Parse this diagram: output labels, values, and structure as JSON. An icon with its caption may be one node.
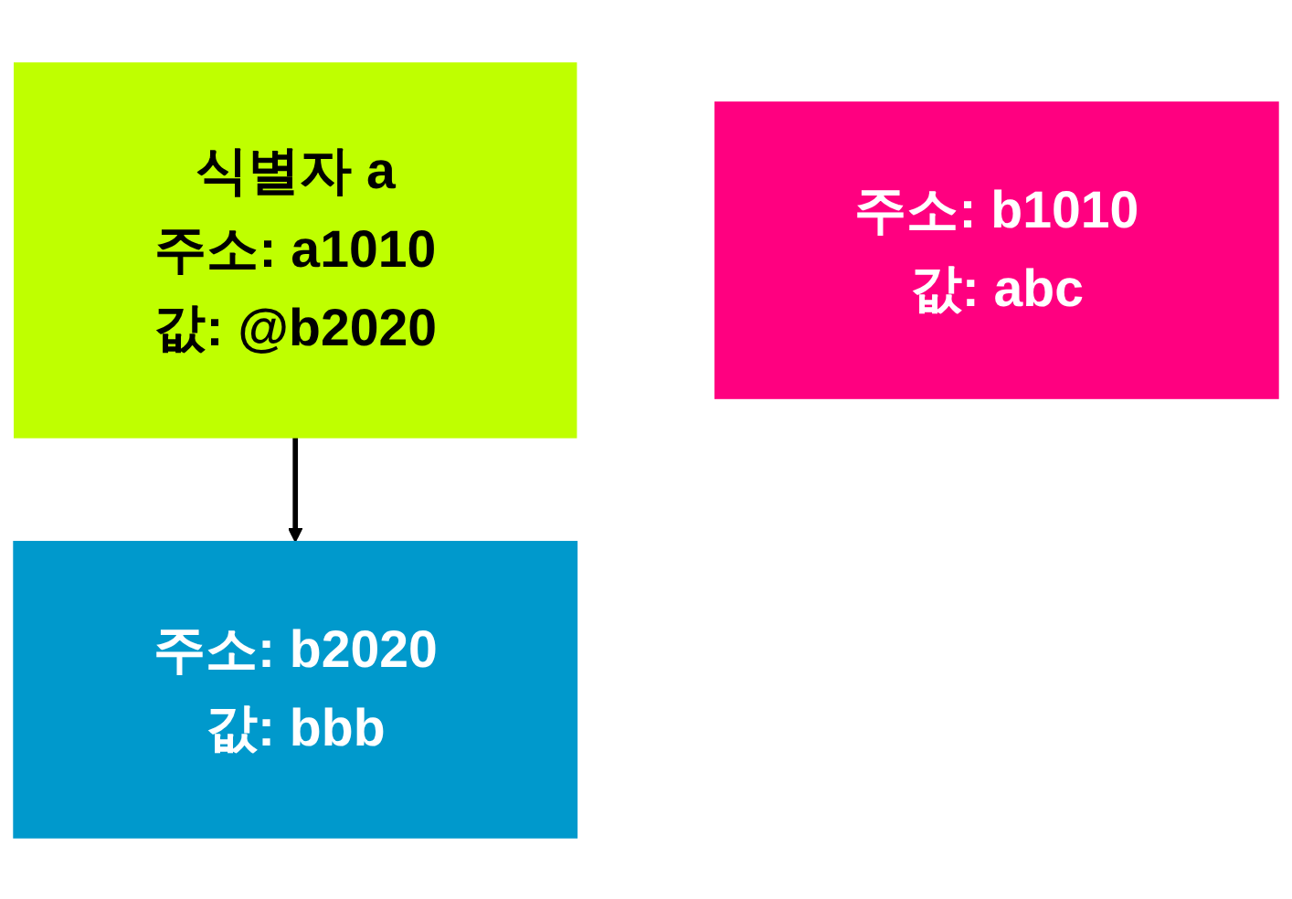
{
  "diagram": {
    "nodes": [
      {
        "text": [
          "식별자 a",
          "주소: a1010",
          "값: @b2020"
        ]
      },
      {
        "text": [
          "주소: b1010",
          "값: abc"
        ]
      },
      {
        "text": [
          "주소: b2020",
          "값: bbb"
        ]
      }
    ],
    "edges": [
      {
        "from": 0,
        "to": 2,
        "arrow": "to"
      }
    ]
  }
}
